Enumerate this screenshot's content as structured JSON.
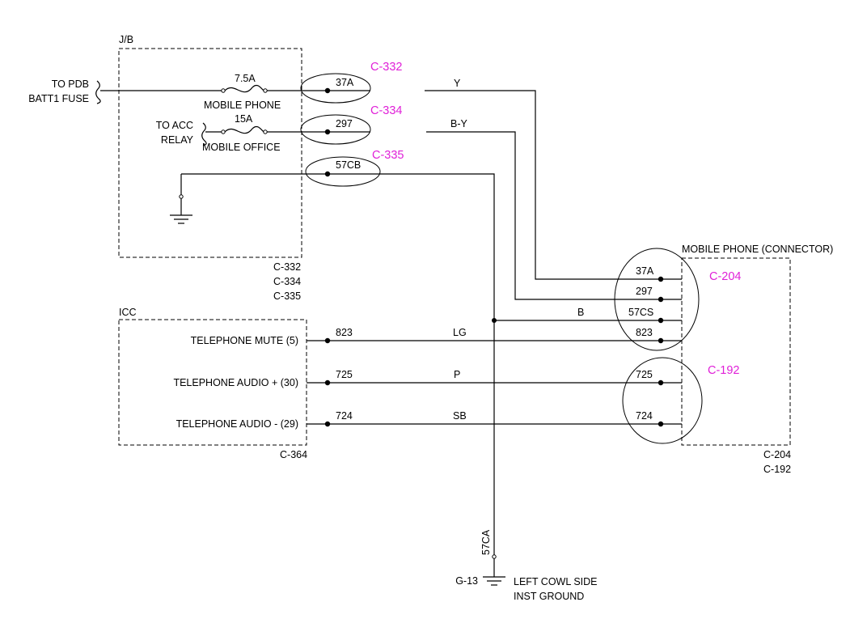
{
  "jb": {
    "title": "J/B",
    "feed_pdb": [
      "TO PDB",
      "BATT1  FUSE"
    ],
    "feed_acc": [
      "TO ACC",
      "RELAY"
    ],
    "fuse1": {
      "rating": "7.5A",
      "name": "MOBILE PHONE"
    },
    "fuse2": {
      "rating": "15A",
      "name": "MOBILE OFFICE"
    },
    "connectors": [
      "C-332",
      "C-334",
      "C-335"
    ]
  },
  "jb_pins": {
    "p1": "37A",
    "p2": "297",
    "p3": "57CB"
  },
  "callouts": {
    "c332": "C-332",
    "c334": "C-334",
    "c335": "C-335",
    "c204": "C-204",
    "c192": "C-192"
  },
  "wire_colors": {
    "w37a": "Y",
    "w297": "B-Y",
    "w57cs": "B",
    "w823": "LG",
    "w725": "P",
    "w724": "SB"
  },
  "icc": {
    "title": "ICC",
    "rows": [
      {
        "label": "TELEPHONE MUTE (5)",
        "pin": "823"
      },
      {
        "label": "TELEPHONE AUDIO + (30)",
        "pin": "725"
      },
      {
        "label": "TELEPHONE AUDIO - (29)",
        "pin": "724"
      }
    ],
    "connector": "C-364"
  },
  "phone": {
    "title": "MOBILE PHONE (CONNECTOR)",
    "pins": [
      "37A",
      "297",
      "57CS",
      "823",
      "725",
      "724"
    ],
    "connectors": [
      "C-204",
      "C-192"
    ]
  },
  "ground": {
    "splice_wire": "57CA",
    "id": "G-13",
    "label": [
      "LEFT COWL SIDE",
      "INST GROUND"
    ]
  },
  "colors": {
    "callout": "#e020d8",
    "line": "#000000"
  }
}
